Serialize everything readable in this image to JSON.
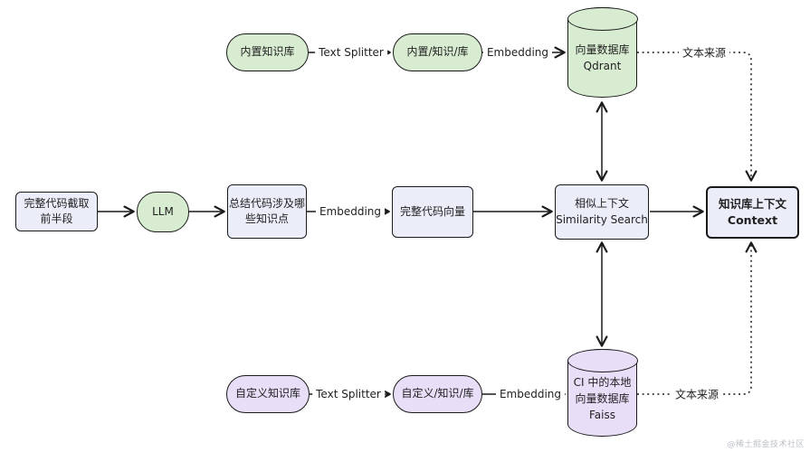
{
  "nodes": {
    "builtin_kb": {
      "label": "内置知识库"
    },
    "builtin_chunks": {
      "label": "内置/知识/库"
    },
    "qdrant": {
      "line1": "向量数据库",
      "line2": "Qdrant"
    },
    "code_prefix": {
      "line1": "完整代码截取",
      "line2": "前半段"
    },
    "llm": {
      "label": "LLM"
    },
    "summary": {
      "line1": "总结代码涉及哪",
      "line2": "些知识点"
    },
    "code_vector": {
      "label": "完整代码向量"
    },
    "similarity": {
      "line1": "相似上下文",
      "line2": "Similarity Search"
    },
    "context": {
      "line1": "知识库上下文",
      "line2": "Context"
    },
    "custom_kb": {
      "label": "自定义知识库"
    },
    "custom_chunks": {
      "label": "自定义/知识/库"
    },
    "faiss": {
      "line1": "CI 中的本地",
      "line2": "向量数据库",
      "line3": "Faiss"
    }
  },
  "edge_labels": {
    "text_splitter_top": "Text Splitter",
    "embedding_top": "Embedding",
    "text_source_top": "文本来源",
    "embedding_mid": "Embedding",
    "text_splitter_bottom": "Text Splitter",
    "embedding_bottom": "Embedding",
    "text_source_bottom": "文本来源"
  },
  "colors": {
    "green": "#d8ecd2",
    "purple": "#e8def8",
    "lavender": "#ebedf9",
    "stroke": "#1a1a1a"
  },
  "watermark": "@稀土掘金技术社区"
}
